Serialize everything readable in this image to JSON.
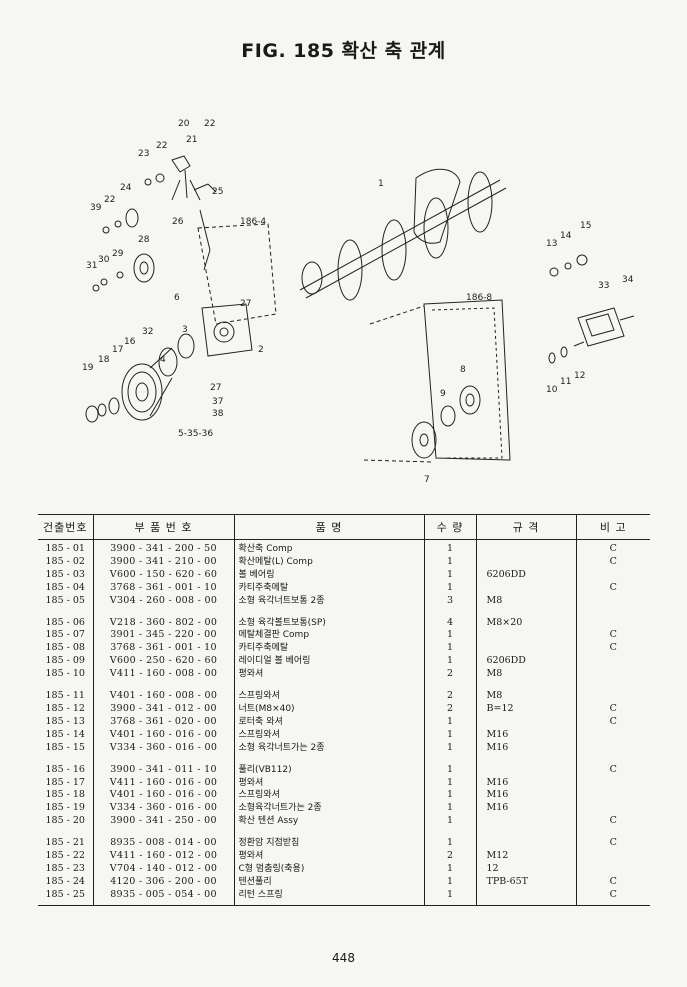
{
  "title": "FIG. 185 확산 축 관계",
  "diagram": {
    "labels": [
      "20",
      "22",
      "21",
      "23",
      "22",
      "25",
      "24",
      "39",
      "22",
      "26",
      "186-4",
      "1",
      "28",
      "29",
      "30",
      "31",
      "13",
      "14",
      "15",
      "6",
      "27",
      "186-8",
      "33",
      "34",
      "3",
      "32",
      "16",
      "17",
      "18",
      "19",
      "4",
      "2",
      "8",
      "9",
      "12",
      "11",
      "10",
      "27",
      "37",
      "38",
      "5-35-36",
      "7"
    ]
  },
  "table": {
    "headers": [
      "건출번호",
      "부 품 번 호",
      "품 명",
      "수 량",
      "규 격",
      "비 고"
    ],
    "groups": [
      [
        {
          "no": "185 - 01",
          "pn": "3900 - 341 - 200 - 50",
          "name": "확산축 Comp",
          "qty": "1",
          "spec": "",
          "rem": "C"
        },
        {
          "no": "185 - 02",
          "pn": "3900 - 341 - 210 - 00",
          "name": "확산메탈(L) Comp",
          "qty": "1",
          "spec": "",
          "rem": "C"
        },
        {
          "no": "185 - 03",
          "pn": "V600 - 150 - 620 - 60",
          "name": "볼 베어링",
          "qty": "1",
          "spec": "6206DD",
          "rem": ""
        },
        {
          "no": "185 - 04",
          "pn": "3768 - 361 - 001 - 10",
          "name": "카티주축메탈",
          "qty": "1",
          "spec": "",
          "rem": "C"
        },
        {
          "no": "185 - 05",
          "pn": "V304 - 260 - 008 - 00",
          "name": "소형 육각너트보통 2종",
          "qty": "3",
          "spec": "M8",
          "rem": ""
        }
      ],
      [
        {
          "no": "185 - 06",
          "pn": "V218 - 360 - 802 - 00",
          "name": "소형 육각볼트보통(SP)",
          "qty": "4",
          "spec": "M8×20",
          "rem": ""
        },
        {
          "no": "185 - 07",
          "pn": "3901 - 345 - 220 - 00",
          "name": "메탈체결판 Comp",
          "qty": "1",
          "spec": "",
          "rem": "C"
        },
        {
          "no": "185 - 08",
          "pn": "3768 - 361 - 001 - 10",
          "name": "카티주축메탈",
          "qty": "1",
          "spec": "",
          "rem": "C"
        },
        {
          "no": "185 - 09",
          "pn": "V600 - 250 - 620 - 60",
          "name": "레이디얼 볼 베어링",
          "qty": "1",
          "spec": "6206DD",
          "rem": ""
        },
        {
          "no": "185 - 10",
          "pn": "V411 - 160 - 008 - 00",
          "name": "평와셔",
          "qty": "2",
          "spec": "M8",
          "rem": ""
        }
      ],
      [
        {
          "no": "185 - 11",
          "pn": "V401 - 160 - 008 - 00",
          "name": "스프링와셔",
          "qty": "2",
          "spec": "M8",
          "rem": ""
        },
        {
          "no": "185 - 12",
          "pn": "3900 - 341 - 012 - 00",
          "name": "너트(M8×40)",
          "qty": "2",
          "spec": "B=12",
          "rem": "C"
        },
        {
          "no": "185 - 13",
          "pn": "3768 - 361 - 020 - 00",
          "name": "로터축 와셔",
          "qty": "1",
          "spec": "",
          "rem": "C"
        },
        {
          "no": "185 - 14",
          "pn": "V401 - 160 - 016 - 00",
          "name": "스프링와셔",
          "qty": "1",
          "spec": "M16",
          "rem": ""
        },
        {
          "no": "185 - 15",
          "pn": "V334 - 360 - 016 - 00",
          "name": "소형 육각너트가는 2종",
          "qty": "1",
          "spec": "M16",
          "rem": ""
        }
      ],
      [
        {
          "no": "185 - 16",
          "pn": "3900 - 341 - 011 - 10",
          "name": "풀리(VB112)",
          "qty": "1",
          "spec": "",
          "rem": "C"
        },
        {
          "no": "185 - 17",
          "pn": "V411 - 160 - 016 - 00",
          "name": "평와셔",
          "qty": "1",
          "spec": "M16",
          "rem": ""
        },
        {
          "no": "185 - 18",
          "pn": "V401 - 160 - 016 - 00",
          "name": "스프링와셔",
          "qty": "1",
          "spec": "M16",
          "rem": ""
        },
        {
          "no": "185 - 19",
          "pn": "V334 - 360 - 016 - 00",
          "name": "소형육각너트가는 2종",
          "qty": "1",
          "spec": "M16",
          "rem": ""
        },
        {
          "no": "185 - 20",
          "pn": "3900 - 341 - 250 - 00",
          "name": "확산 텐션 Assy",
          "qty": "1",
          "spec": "",
          "rem": "C"
        }
      ],
      [
        {
          "no": "185 - 21",
          "pn": "8935 - 008 - 014 - 00",
          "name": "정환암 지점받침",
          "qty": "1",
          "spec": "",
          "rem": "C"
        },
        {
          "no": "185 - 22",
          "pn": "V411 - 160 - 012 - 00",
          "name": "평와셔",
          "qty": "2",
          "spec": "M12",
          "rem": ""
        },
        {
          "no": "185 - 23",
          "pn": "V704 - 140 - 012 - 00",
          "name": "C형 멈춤링(축용)",
          "qty": "1",
          "spec": "12",
          "rem": ""
        },
        {
          "no": "185 - 24",
          "pn": "4120 - 306 - 200 - 00",
          "name": "텐션풀리",
          "qty": "1",
          "spec": "TPB-65T",
          "rem": "C"
        },
        {
          "no": "185 - 25",
          "pn": "8935 - 005 - 054 - 00",
          "name": "리턴 스프링",
          "qty": "1",
          "spec": "",
          "rem": "C"
        }
      ]
    ]
  },
  "page_number": "448"
}
